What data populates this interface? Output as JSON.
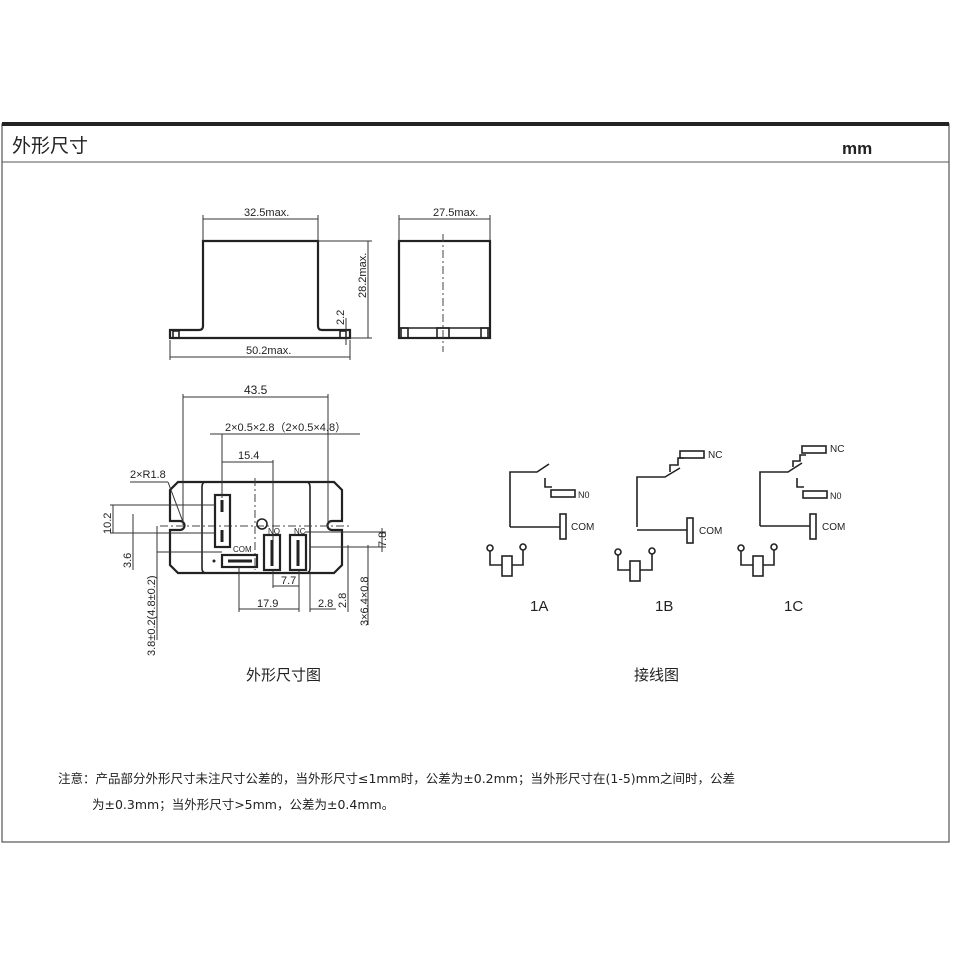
{
  "header": {
    "title": "外形尺寸",
    "unit": "mm"
  },
  "front_view": {
    "width": "32.5max.",
    "base": "50.2max.",
    "height": "28.2max.",
    "flange": "2.2"
  },
  "side_view": {
    "width": "27.5max."
  },
  "bottom_view": {
    "overall": "43.5",
    "terminal": "2×0.5×2.8（2×0.5×4.8）",
    "pitch_a": "15.4",
    "radius": "2×R1.8",
    "d_10_2": "10.2",
    "d_3_6": "3.6",
    "d_pin_len": "3.8±0.2(4.8±0.2)",
    "d_7_8": "7.8",
    "d_7_7": "7.7",
    "d_17_9": "17.9",
    "d_2_8_h": "2.8",
    "d_2_8_v": "2.8",
    "d_pins": "3×6.4×0.8",
    "pin_no": "NO",
    "pin_nc": "NC",
    "pin_com": "COM"
  },
  "captions": {
    "dimension": "外形尺寸图",
    "wiring": "接线图"
  },
  "wiring": [
    {
      "name": "1A",
      "no": "N0",
      "com": "COM"
    },
    {
      "name": "1B",
      "nc": "NC",
      "com": "COM"
    },
    {
      "name": "1C",
      "nc": "NC",
      "no": "N0",
      "com": "COM"
    }
  ],
  "note": {
    "line1": "注意：产品部分外形尺寸未注尺寸公差的，当外形尺寸≤1mm时，公差为±0.2mm；当外形尺寸在(1-5)mm之间时，公差",
    "line2": "为±0.3mm；当外形尺寸>5mm，公差为±0.4mm。"
  }
}
